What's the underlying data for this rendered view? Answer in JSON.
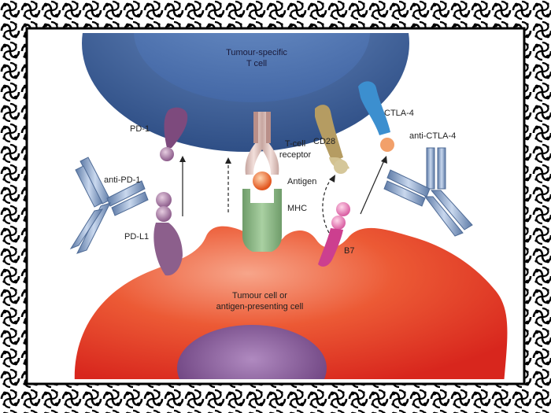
{
  "labels": {
    "t_cell_line1": "Tumour-specific",
    "t_cell_line2": "T cell",
    "pd1": "PD-1",
    "pdl1": "PD-L1",
    "anti_pd1": "anti-PD-1",
    "tcr_line1": "T-cell",
    "tcr_line2": "receptor",
    "antigen": "Antigen",
    "mhc": "MHC",
    "cd28": "CD28",
    "ctla4": "CTLA-4",
    "anti_ctla4": "anti-CTLA-4",
    "b7": "B7",
    "tumour_line1": "Tumour cell or",
    "tumour_line2": "antigen-presenting cell"
  },
  "colors": {
    "frame": "#000000",
    "t_cell_outer": "#3d5f99",
    "t_cell_inner": "#5b7fb8",
    "tumour": "#e84f2e",
    "nucleus": "#7a4f8c",
    "pd1": "#7a4a7a",
    "mhc": "#7fae7a",
    "cd28": "#b8a060",
    "ctla4": "#3a8fd0",
    "antigen": "#e8602a",
    "b7": "#d24a9a",
    "antibody": "#8aa4c8"
  }
}
